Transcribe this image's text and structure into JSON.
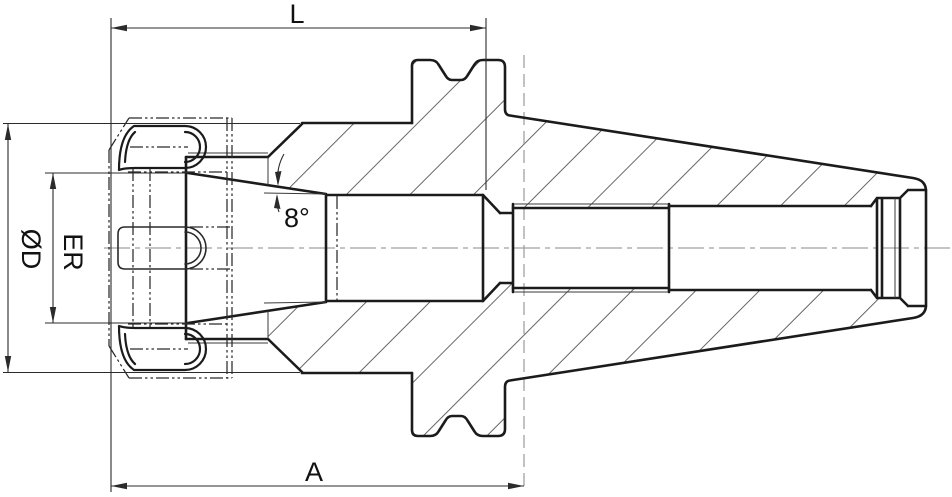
{
  "drawing": {
    "labels": {
      "dim_l": "L",
      "dim_a": "A",
      "dim_diameter": "ØD",
      "dim_er": "ER",
      "dim_angle": "8°"
    },
    "colors": {
      "background": "#ffffff",
      "outline": "#1b1b1b",
      "thin_line": "#3a3a3a",
      "hatch": "#666666",
      "centerline": "#888888",
      "gauge_dashed": "#9a9a9a",
      "phantom": "#2a2a2a",
      "dimension": "#2b2b2b"
    }
  }
}
